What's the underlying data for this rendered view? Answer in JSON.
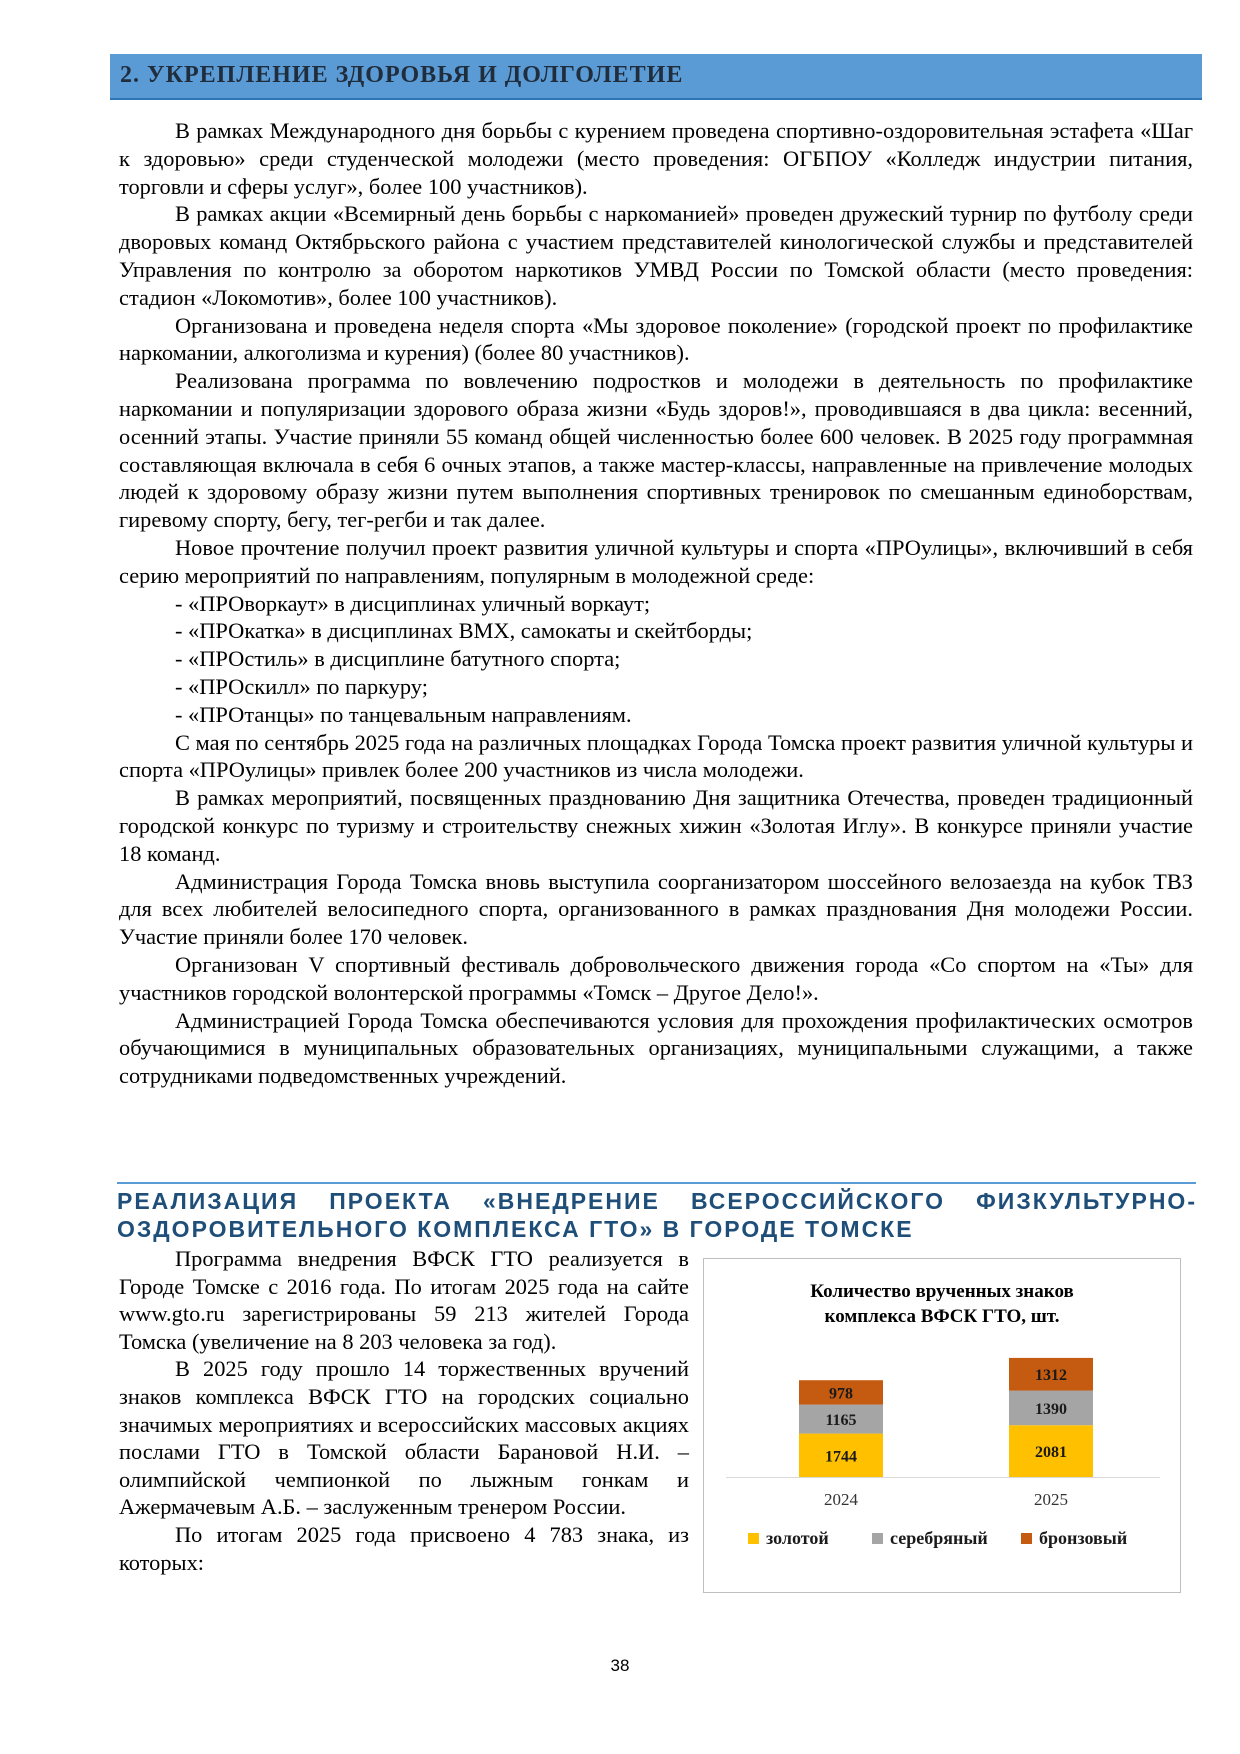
{
  "section": {
    "title": "2. УКРЕПЛЕНИЕ ЗДОРОВЬЯ И ДОЛГОЛЕТИЕ",
    "paragraphs": [
      "В рамках Международного дня борьбы с курением проведена спортивно-оздоровительная эстафета «Шаг к здоровью» среди студенческой молодежи (место проведения: ОГБПОУ «Колледж индустрии питания, торговли и сферы услуг», более 100 участников).",
      "В рамках акции «Всемирный день борьбы с наркоманией» проведен дружеский турнир по футболу среди дворовых команд Октябрьского района с участием представителей кинологической службы и представителей Управления по контролю за оборотом наркотиков УМВД России по Томской области (место проведения: стадион «Локомотив», более 100 участников).",
      "Организована и проведена неделя спорта «Мы здоровое поколение» (городской проект по профилактике наркомании, алкоголизма и курения) (более 80 участников).",
      "Реализована программа по вовлечению подростков и молодежи в деятельность по профилактике наркомании и популяризации здорового образа жизни «Будь здоров!», проводившаяся в два цикла: весенний, осенний этапы. Участие приняли 55 команд общей численностью более 600 человек. В 2025 году программная составляющая включала в себя 6 очных этапов, а также мастер-классы, направленные на привлечение молодых людей к здоровому образу жизни путем выполнения спортивных тренировок по смешанным единоборствам, гиревому спорту, бегу, тег-регби и так далее.",
      "Новое прочтение получил проект развития уличной культуры и спорта «ПРОулицы», включивший в себя серию мероприятий по направлениям, популярным в молодежной среде:"
    ],
    "bullets": [
      "- «ПРОворкаут» в дисциплинах уличный воркаут;",
      "- «ПРОкатка» в дисциплинах BMX, самокаты и скейтборды;",
      "- «ПРОстиль» в дисциплине батутного спорта;",
      "- «ПРОскилл» по паркуру;",
      "- «ПРОтанцы» по танцевальным направлениям."
    ],
    "paragraphs_after": [
      "С мая по сентябрь 2025 года на различных площадках Города Томска проект развития уличной культуры и спорта «ПРОулицы» привлек более 200 участников из числа молодежи.",
      "В рамках мероприятий, посвященных празднованию Дня защитника Отечества, проведен традиционный городской конкурс по туризму и строительству снежных хижин «Золотая Иглу». В конкурсе приняли участие 18 команд.",
      "Администрация Города Томска вновь выступила соорганизатором шоссейного велозаезда на кубок ТВЗ для всех любителей велосипедного спорта, организованного в рамках празднования Дня молодежи России. Участие приняли более 170 человек.",
      "Организован V спортивный фестиваль добровольческого движения города «Со спортом на «Ты» для участников городской волонтерской программы «Томск – Другое Дело!».",
      "Администрацией Города Томска обеспечиваются условия для прохождения профилактических осмотров обучающимися в муниципальных образовательных организациях, муниципальными служащими, а также сотрудниками подведомственных учреждений."
    ]
  },
  "subsection": {
    "title_line1": "РЕАЛИЗАЦИЯ ПРОЕКТА «ВНЕДРЕНИЕ ВСЕРОССИЙСКОГО ФИЗКУЛЬТУРНО-",
    "title_line2": "ОЗДОРОВИТЕЛЬНОГО КОМПЛЕКСА ГТО» В ГОРОДЕ ТОМСКЕ",
    "paragraphs": [
      "Программа внедрения ВФСК ГТО реализуется в Городе Томске с 2016 года. По итогам 2025 года на сайте www.gto.ru зарегистрированы 59 213 жителей Города Томска (увеличение на 8 203 человека за год).",
      "В 2025 году прошло 14 торжественных вручений знаков комплекса ВФСК ГТО на городских социально значимых мероприятиях и всероссийских массовых акциях послами ГТО в Томской области Барановой Н.И. – олимпийской чемпионкой по лыжным гонкам и Ажермачевым А.Б. – заслуженным тренером России.",
      "По итогам 2025 года присвоено 4 783 знака, из которых:"
    ]
  },
  "chart_data": {
    "type": "bar",
    "stacked": true,
    "title_line1": "Количество врученных знаков",
    "title_line2": "комплекса ВФСК ГТО, шт.",
    "categories": [
      "2024",
      "2025"
    ],
    "series": [
      {
        "name": "золотой",
        "values": [
          1744,
          2081
        ],
        "color": "#ffc000"
      },
      {
        "name": "серебряный",
        "values": [
          1165,
          1390
        ],
        "color": "#a5a5a5"
      },
      {
        "name": "бронзовый",
        "values": [
          978,
          1312
        ],
        "color": "#c55a11"
      }
    ],
    "xlabel": "",
    "ylabel": "",
    "grid": false,
    "data_labels": true,
    "legend": "bottom"
  },
  "page_number": "38"
}
